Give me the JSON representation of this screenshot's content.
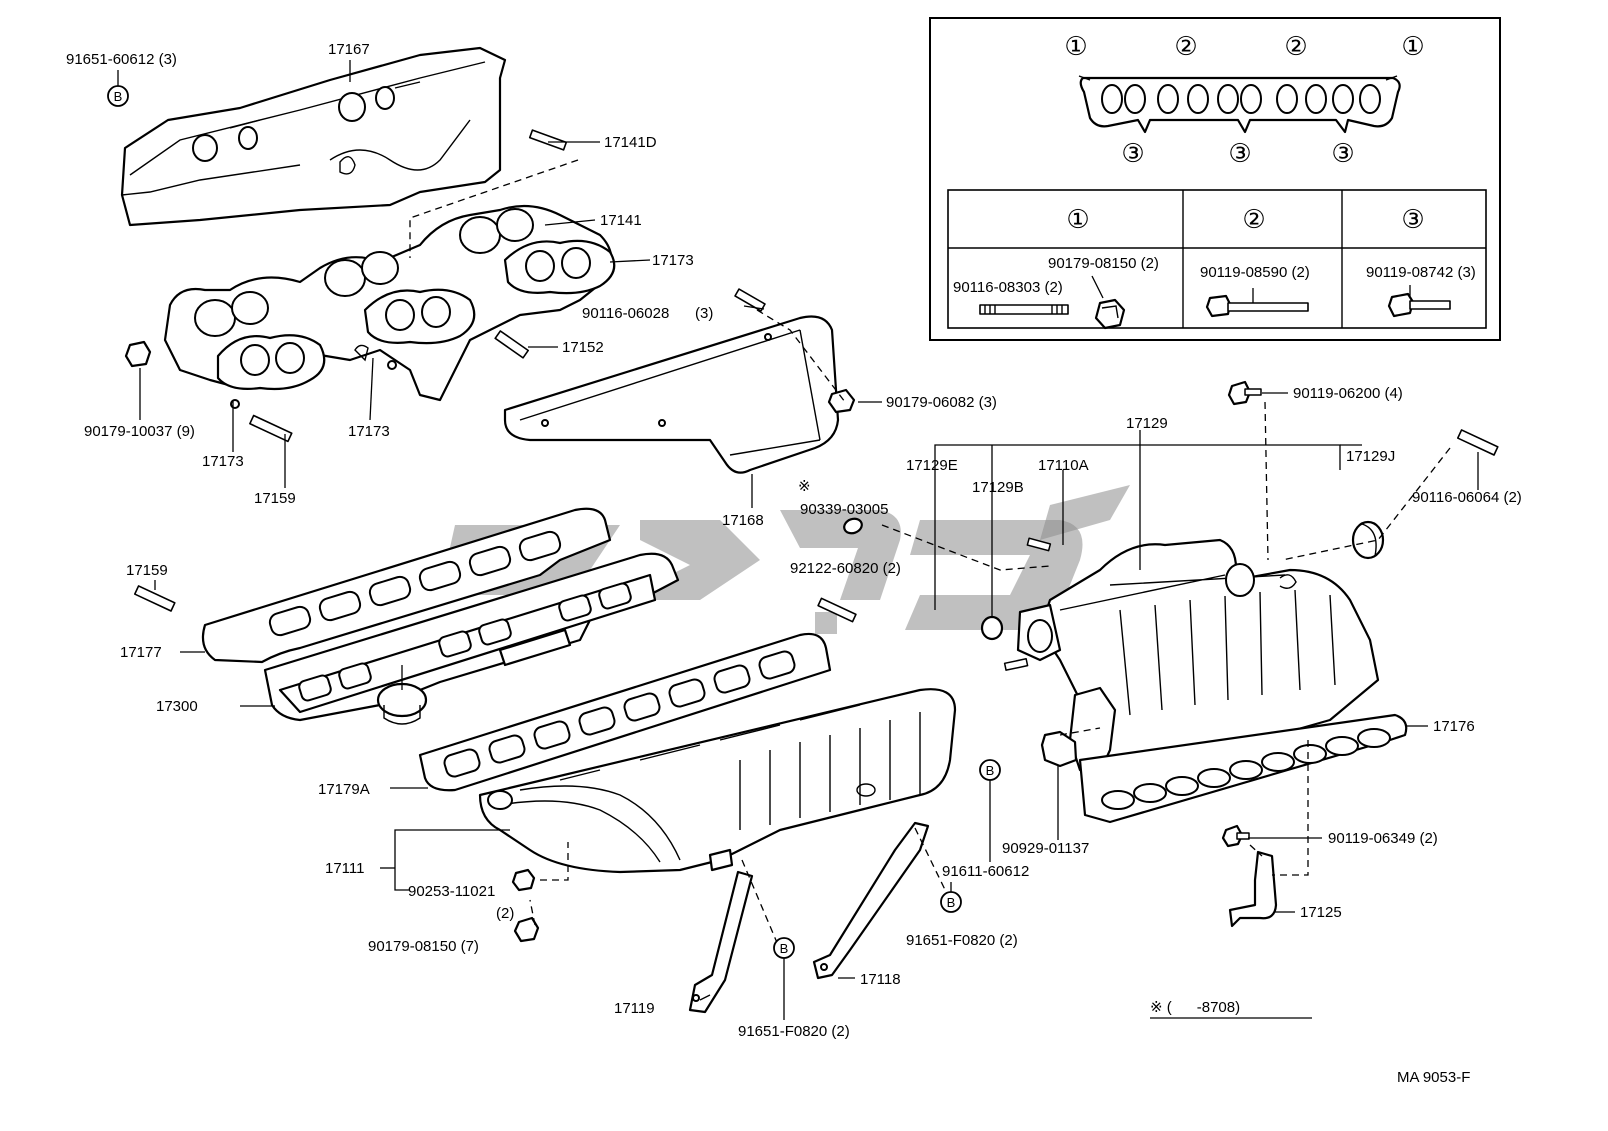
{
  "inset": {
    "markers_top": [
      "①",
      "②",
      "②",
      "①"
    ],
    "markers_bottom": [
      "③",
      "③",
      "③"
    ],
    "table": {
      "headers": [
        "①",
        "②",
        "③"
      ],
      "col1": [
        "90179-08150 (2)",
        "90116-08303 (2)"
      ],
      "col2": [
        "90119-08590 (2)"
      ],
      "col3": [
        "90119-08742 (3)"
      ]
    }
  },
  "labels": {
    "p91651_60612": "91651-60612 (3)",
    "p17167": "17167",
    "p17141D": "17141D",
    "p17141": "17141",
    "p17173_a": "17173",
    "p90116_06028": "90116-06028",
    "p90116_06028_qty": "(3)",
    "p17152": "17152",
    "p90179_10037": "90179-10037 (9)",
    "p17173_b": "17173",
    "p17173_c": "17173",
    "p17159_a": "17159",
    "p90179_06082": "90179-06082 (3)",
    "p17168": "17168",
    "p90339_03005": "90339-03005",
    "p92122_60820": "92122-60820 (2)",
    "p17129": "17129",
    "p17129E": "17129E",
    "p17110A": "17110A",
    "p17129B": "17129B",
    "p17129J": "17129J",
    "p90119_06200": "90119-06200 (4)",
    "p90116_06064": "90116-06064 (2)",
    "p17159_b": "17159",
    "p17177": "17177",
    "p17300": "17300",
    "p17176": "17176",
    "p17179A": "17179A",
    "p17111": "17111",
    "p90253_11021": "90253-11021",
    "p90253_qty": "(2)",
    "p90179_08150": "90179-08150 (7)",
    "p91611_60612": "91611-60612",
    "p90929_01137": "90929-01137",
    "p90119_06349": "90119-06349 (2)",
    "p17125": "17125",
    "p91651_F0820_a": "91651-F0820 (2)",
    "p17118": "17118",
    "p17119": "17119",
    "p91651_F0820_b": "91651-F0820 (2)",
    "note_mark": "※",
    "note_range": "※ (      -8708)",
    "doc_code": "MA 9053-F"
  },
  "markers": {
    "b": "B"
  }
}
